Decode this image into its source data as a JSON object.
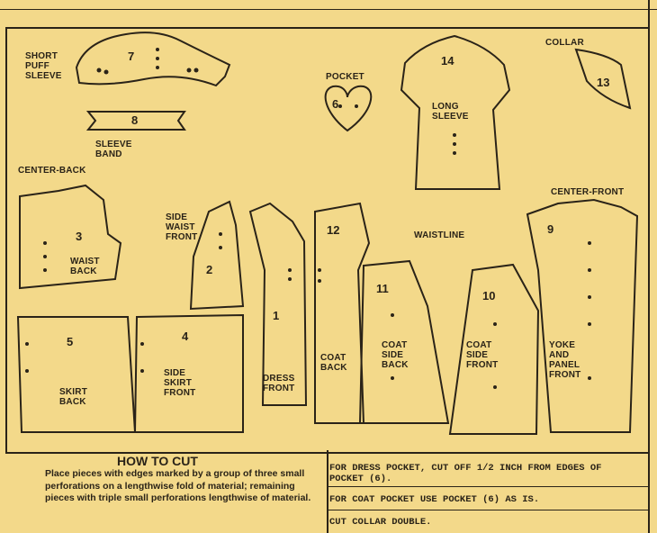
{
  "pieces": {
    "p7": {
      "number": "7",
      "label": "SHORT PUFF SLEEVE"
    },
    "p8": {
      "number": "8",
      "label": "SLEEVE BAND"
    },
    "p6": {
      "number": "6",
      "label": "POCKET"
    },
    "p14": {
      "number": "14",
      "label": "LONG SLEEVE"
    },
    "p13": {
      "number": "13",
      "label": "COLLAR"
    },
    "p3": {
      "number": "3",
      "label": "WAIST BACK",
      "extra": "CENTER-BACK"
    },
    "p2": {
      "number": "2",
      "label": "SIDE WAIST FRONT"
    },
    "p1": {
      "number": "1",
      "label": "DRESS FRONT"
    },
    "p12": {
      "number": "12",
      "label": "COAT BACK"
    },
    "p11": {
      "number": "11",
      "label": "COAT SIDE BACK"
    },
    "p10": {
      "number": "10",
      "label": "COAT SIDE FRONT"
    },
    "p9": {
      "number": "9",
      "label": "YOKE AND PANEL FRONT",
      "extra": "CENTER-FRONT"
    },
    "p5": {
      "number": "5",
      "label": "SKIRT BACK"
    },
    "p4": {
      "number": "4",
      "label": "SIDE SKIRT FRONT"
    }
  },
  "waistline": "WAISTLINE",
  "how_to_cut": {
    "title": "HOW TO CUT",
    "text": "Place pieces with edges marked by a group of three small perforations on a lengthwise fold of material; remaining pieces with triple small perforations lengthwise of material."
  },
  "notes": [
    "FOR DRESS POCKET, CUT OFF 1/2 INCH FROM EDGES OF POCKET (6).",
    "FOR COAT POCKET USE POCKET (6) AS IS.",
    "CUT COLLAR DOUBLE."
  ]
}
